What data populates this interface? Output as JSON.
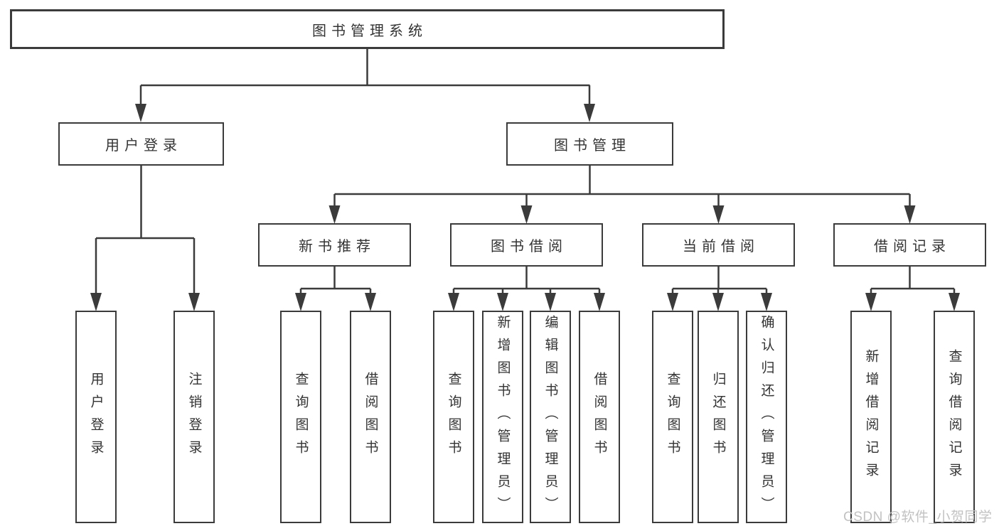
{
  "tree": {
    "root": {
      "label": "图书管理系统",
      "children": [
        {
          "label": "用户登录",
          "children": [
            {
              "label": "用户登录"
            },
            {
              "label": "注销登录"
            }
          ]
        },
        {
          "label": "图书管理",
          "children": [
            {
              "label": "新书推荐",
              "children": [
                {
                  "label": "查询图书"
                },
                {
                  "label": "借阅图书"
                }
              ]
            },
            {
              "label": "图书借阅",
              "children": [
                {
                  "label": "查询图书"
                },
                {
                  "label": "新增图书（管理员）"
                },
                {
                  "label": "编辑图书（管理员）"
                },
                {
                  "label": "借阅图书"
                }
              ]
            },
            {
              "label": "当前借阅",
              "children": [
                {
                  "label": "查询图书"
                },
                {
                  "label": "归还图书"
                },
                {
                  "label": "确认归还（管理员）"
                }
              ]
            },
            {
              "label": "借阅记录",
              "children": [
                {
                  "label": "新增借阅记录"
                },
                {
                  "label": "查询借阅记录"
                }
              ]
            }
          ]
        }
      ]
    }
  },
  "watermark": {
    "text": "CSDN @软件_小贺同学"
  },
  "colors": {
    "line": "#3b3b3b",
    "text": "#333333",
    "watermark": "#c2c2c2",
    "background": "#ffffff"
  }
}
